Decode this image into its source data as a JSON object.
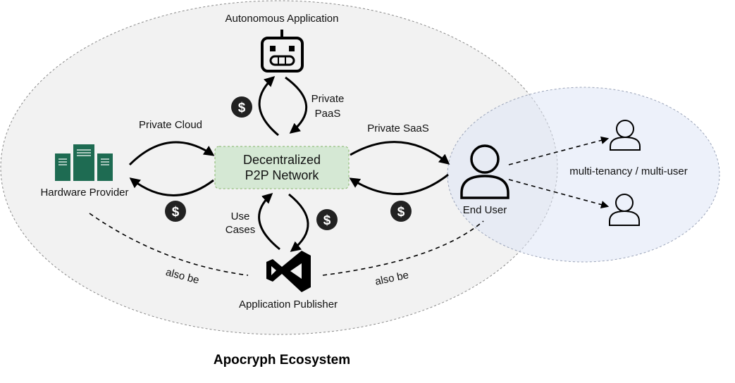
{
  "title": "Apocryph Ecosystem",
  "network": {
    "line1": "Decentralized",
    "line2": "P2P Network"
  },
  "nodes": {
    "autonomous": "Autonomous Application",
    "hardware": "Hardware Provider",
    "publisher": "Application Publisher",
    "end_user": "End User"
  },
  "edges": {
    "private_cloud": "Private Cloud",
    "private_paas_1": "Private",
    "private_paas_2": "PaaS",
    "private_saas": "Private SaaS",
    "use_cases_1": "Use",
    "use_cases_2": "Cases",
    "also_be_left": "also be",
    "also_be_right": "also be",
    "multi_tenancy": "multi-tenancy / multi-user"
  },
  "payment_symbol": "$",
  "icons": [
    "robot-icon",
    "server-rack-icon",
    "visual-studio-icon",
    "user-icon"
  ],
  "colors": {
    "ecosystem_fill": "#f2f2f2",
    "user_region_fill": "#eef1fa",
    "network_fill": "#d5e8d4",
    "network_stroke": "#82b366",
    "server_green": "#1e6b52",
    "coin": "#222222"
  }
}
